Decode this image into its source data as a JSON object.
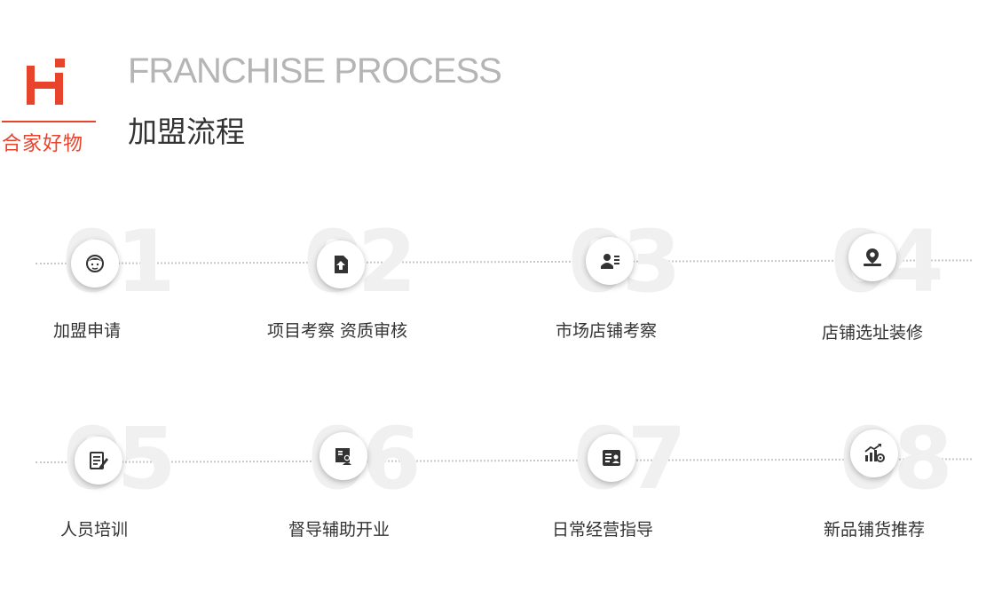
{
  "brand": {
    "name": "合家好物",
    "accent_color": "#e8432c"
  },
  "header": {
    "title_en": "FRANCHISE PROCESS",
    "title_cn": "加盟流程"
  },
  "steps": [
    {
      "number": "01",
      "label": "加盟申请",
      "icon": "user-face-icon"
    },
    {
      "number": "02",
      "label": "项目考察 资质审核",
      "icon": "document-upload-icon"
    },
    {
      "number": "03",
      "label": "市场店铺考察",
      "icon": "id-card-icon"
    },
    {
      "number": "04",
      "label": "店铺选址装修",
      "icon": "location-pin-icon"
    },
    {
      "number": "05",
      "label": "人员培训",
      "icon": "notepad-pen-icon"
    },
    {
      "number": "06",
      "label": "督导辅助开业",
      "icon": "supervisor-board-icon"
    },
    {
      "number": "07",
      "label": "日常经营指导",
      "icon": "guide-card-icon"
    },
    {
      "number": "08",
      "label": "新品铺货推荐",
      "icon": "growth-chart-icon"
    }
  ]
}
